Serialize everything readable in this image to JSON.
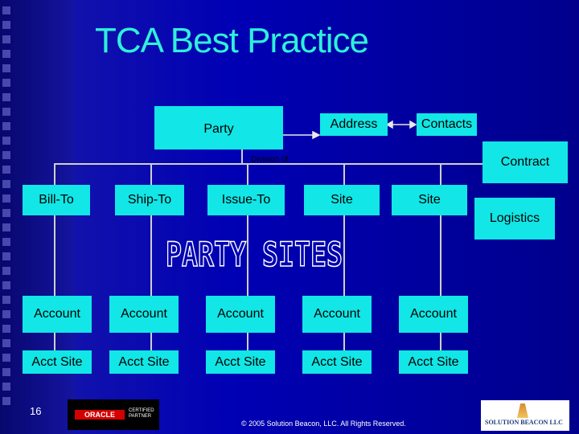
{
  "title": "TCA Best Practice",
  "nodes": {
    "party": "Party",
    "address": "Address",
    "contacts": "Contacts",
    "division_of": "Division of",
    "contract": "Contract",
    "logistics": "Logistics"
  },
  "sites": [
    "Bill-To",
    "Ship-To",
    "Issue-To",
    "Site",
    "Site"
  ],
  "accounts": [
    "Account",
    "Account",
    "Account",
    "Account",
    "Account"
  ],
  "acct_sites": [
    "Acct Site",
    "Acct Site",
    "Acct Site",
    "Acct Site",
    "Acct Site"
  ],
  "banner": "PARTY SITES",
  "footer": {
    "slide_number": "16",
    "copyright": "© 2005 Solution Beacon, LLC. All Rights Reserved.",
    "oracle_logo": "ORACLE",
    "oracle_badge": "CERTIFIED PARTNER",
    "beacon_logo": "SOLUTION BEACON LLC"
  },
  "colors": {
    "background": "#0000b4",
    "box": "#12e6e6",
    "title": "#2ff0d8",
    "connector": "#cfcfcf"
  }
}
